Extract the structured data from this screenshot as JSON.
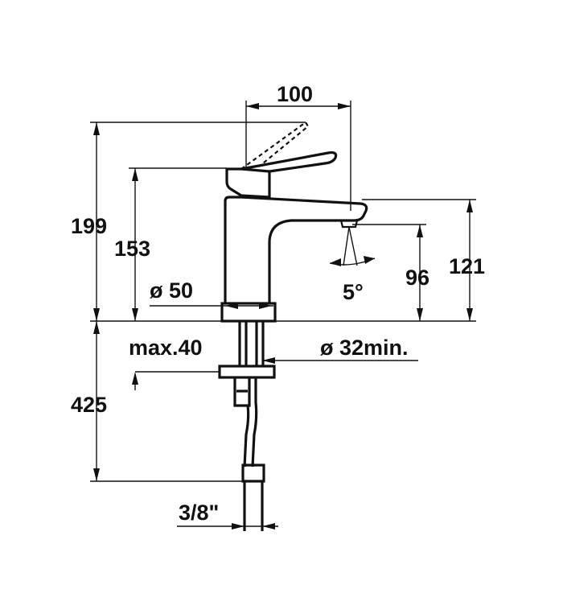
{
  "drawing": {
    "dimensions": {
      "width_100": "100",
      "height_199": "199",
      "height_153": "153",
      "height_121": "121",
      "height_96": "96",
      "angle_5": "5°",
      "diameter_50": "ø 50",
      "max_40": "max.40",
      "hole_32": "ø 32min.",
      "length_425": "425",
      "connection_3_8": "3/8\""
    }
  }
}
